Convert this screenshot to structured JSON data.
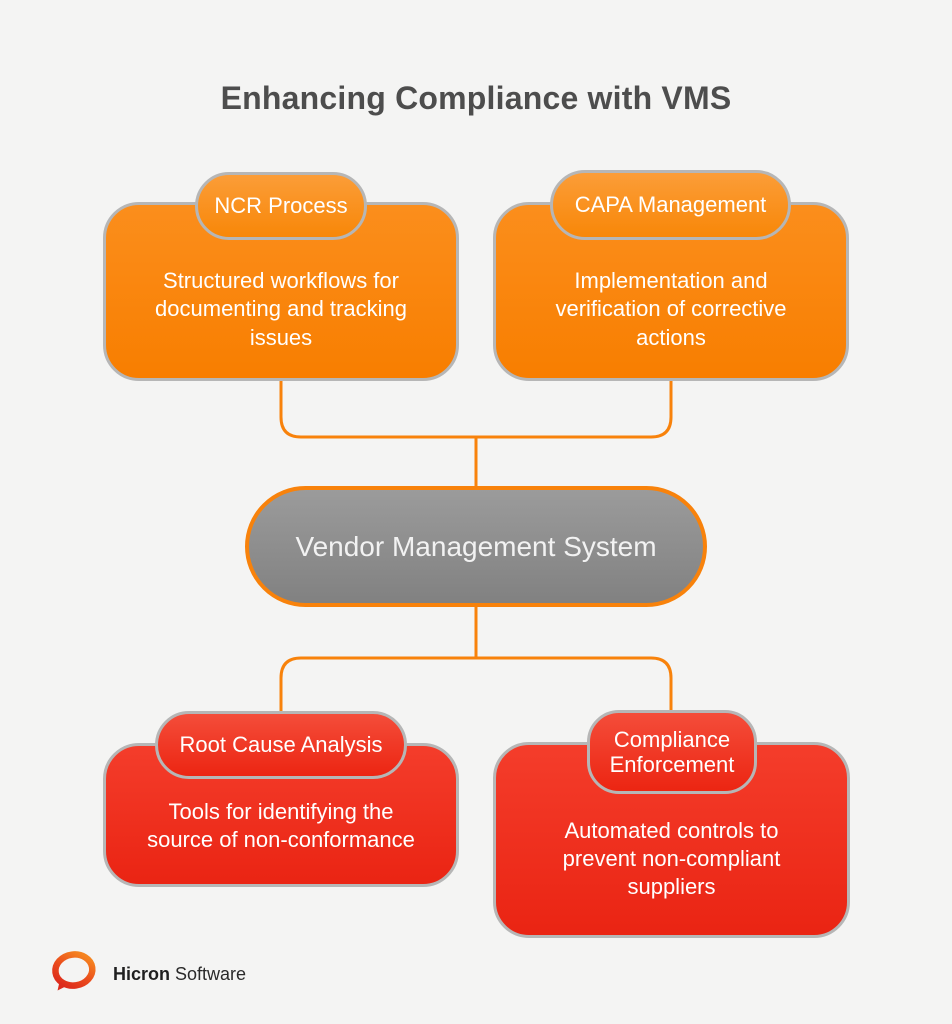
{
  "title": "Enhancing Compliance with VMS",
  "nodes": {
    "center": {
      "label": "Vendor Management System"
    },
    "top_left": {
      "label": "NCR Process",
      "body": "Structured workflows for documenting and tracking issues"
    },
    "top_right": {
      "label": "CAPA Management",
      "body": "Implementation and verification of corrective actions"
    },
    "bottom_left": {
      "label": "Root Cause Analysis",
      "body": "Tools for identifying the source of non-conformance"
    },
    "bottom_right": {
      "label": "Compliance Enforcement",
      "body": "Automated controls to prevent non-compliant suppliers"
    }
  },
  "footer": {
    "brand_bold": "Hicron",
    "brand_regular": "Software"
  },
  "colors": {
    "background": "#f4f4f3",
    "orange": "#f87e00",
    "red": "#ea2413",
    "gray_node": "#8b8b8b",
    "connector": "#f8820b",
    "border_silver": "#b6b6b6",
    "title_text": "#4d4d4d"
  }
}
